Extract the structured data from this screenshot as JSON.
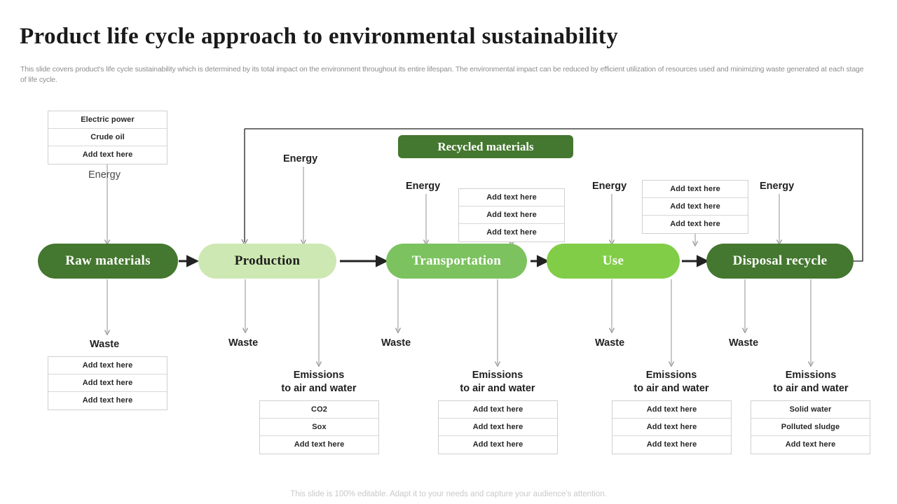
{
  "header": {
    "title": "Product life cycle approach to environmental sustainability",
    "subtitle": "This slide covers product's life cycle sustainability which is determined by its total impact on the environment throughout its entire lifespan. The environmental impact can be reduced by efficient utilization of resources used and minimizing waste generated at each stage of life cycle."
  },
  "footer": {
    "note": "This slide is 100% editable. Adapt it to your needs and capture your audience's attention."
  },
  "diagram": {
    "banner": {
      "label": "Recycled materials"
    },
    "stages": [
      {
        "id": "raw-materials",
        "label": "Raw materials"
      },
      {
        "id": "production",
        "label": "Production"
      },
      {
        "id": "transportation",
        "label": "Transportation"
      },
      {
        "id": "use",
        "label": "Use"
      },
      {
        "id": "disposal-recycle",
        "label": "Disposal recycle"
      }
    ],
    "energy_labels": [
      {
        "id": "energy-raw",
        "label": "Energy"
      },
      {
        "id": "energy-production",
        "label": "Energy"
      },
      {
        "id": "energy-transportation",
        "label": "Energy"
      },
      {
        "id": "energy-use",
        "label": "Energy"
      },
      {
        "id": "energy-disposal",
        "label": "Energy"
      }
    ],
    "waste_labels": [
      {
        "id": "waste-raw",
        "label": "Waste"
      },
      {
        "id": "waste-production",
        "label": "Waste"
      },
      {
        "id": "waste-transportation",
        "label": "Waste"
      },
      {
        "id": "waste-use",
        "label": "Waste"
      },
      {
        "id": "waste-disposal",
        "label": "Waste"
      }
    ],
    "emission_headings": [
      {
        "id": "emissions-production",
        "line1": "Emissions",
        "line2": "to air and water"
      },
      {
        "id": "emissions-transportation",
        "line1": "Emissions",
        "line2": "to air and water"
      },
      {
        "id": "emissions-use",
        "line1": "Emissions",
        "line2": "to air and water"
      },
      {
        "id": "emissions-disposal",
        "line1": "Emissions",
        "line2": "to air and water"
      }
    ],
    "tables": {
      "raw_inputs": {
        "rows": [
          "Electric power",
          "Crude oil",
          "Add text here"
        ]
      },
      "transportation_inputs": {
        "rows": [
          "Add text here",
          "Add text here",
          "Add text here"
        ]
      },
      "use_inputs": {
        "rows": [
          "Add text here",
          "Add text here",
          "Add text here"
        ]
      },
      "raw_waste": {
        "rows": [
          "Add text here",
          "Add text here",
          "Add text here"
        ]
      },
      "production_emissions": {
        "rows": [
          "CO2",
          "Sox",
          "Add text here"
        ]
      },
      "transport_emissions": {
        "rows": [
          "Add text here",
          "Add text here",
          "Add text here"
        ]
      },
      "use_emissions": {
        "rows": [
          "Add text here",
          "Add text here",
          "Add text here"
        ]
      },
      "disposal_emissions": {
        "rows": [
          "Solid water",
          "Polluted sludge",
          "Add text here"
        ]
      }
    }
  },
  "colors": {
    "dark_green": "#44772f",
    "pale_green": "#cde8b2",
    "mid_green": "#7cc25f",
    "bright_green": "#82cd47",
    "arrow_gray": "#8a8a8a",
    "arrow_black": "#222222"
  }
}
